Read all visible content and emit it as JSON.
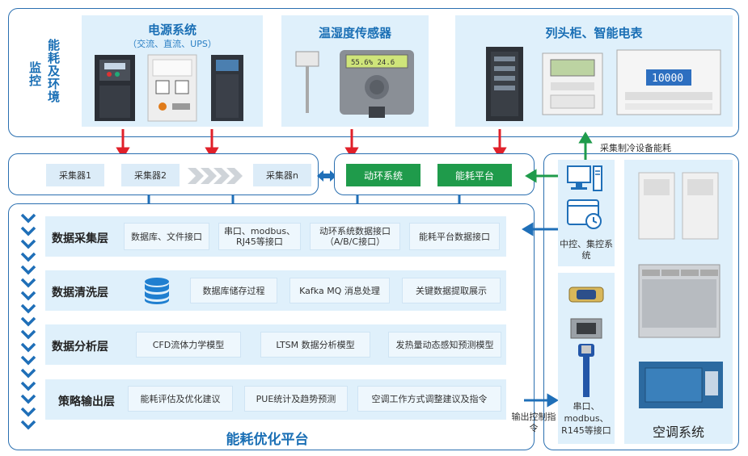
{
  "monitor": {
    "label_col1": "能耗及环境",
    "label_col2": "监控",
    "power": {
      "title": "电源系统",
      "subtitle": "（交流、直流、UPS）"
    },
    "sensor": {
      "title": "温湿度传感器",
      "display": "55.6% 24.6"
    },
    "cabinet": {
      "title": "列头柜、智能电表",
      "display": "10000"
    }
  },
  "collect": {
    "c1": "采集器1",
    "c2": "采集器2",
    "cn": "采集器n",
    "donghuan": "动环系统",
    "nenghao": "能耗平台"
  },
  "platform": {
    "title": "能耗优化平台",
    "layers": [
      {
        "name": "数据采集层",
        "cells": [
          "数据库、文件接口",
          "串口、modbus、RJ45等接口",
          "动环系统数据接口（A/B/C接口）",
          "能耗平台数据接口"
        ]
      },
      {
        "name": "数据清洗层",
        "cells": [
          "数据库储存过程",
          "Kafka MQ 消息处理",
          "关键数据提取展示"
        ]
      },
      {
        "name": "数据分析层",
        "cells": [
          "CFD流体力学模型",
          "LTSM 数据分析模型",
          "发热量动态感知预测模型"
        ]
      },
      {
        "name": "策略输出层",
        "cells": [
          "能耗评估及优化建议",
          "PUE统计及趋势预测",
          "空调工作方式调整建议及指令"
        ]
      }
    ]
  },
  "right": {
    "collect_label": "采集制冷设备能耗",
    "control_label": "中控、集控系统",
    "interface_label": "串口、modbus、R145等接口",
    "ac_label": "空调系统",
    "output_label": "输出控制指令"
  },
  "colors": {
    "frame": "#2a6fb0",
    "panel": "#dff0fb",
    "green": "#1f9b4b",
    "red": "#e0202a",
    "blue_arrow": "#1f6fb8"
  }
}
